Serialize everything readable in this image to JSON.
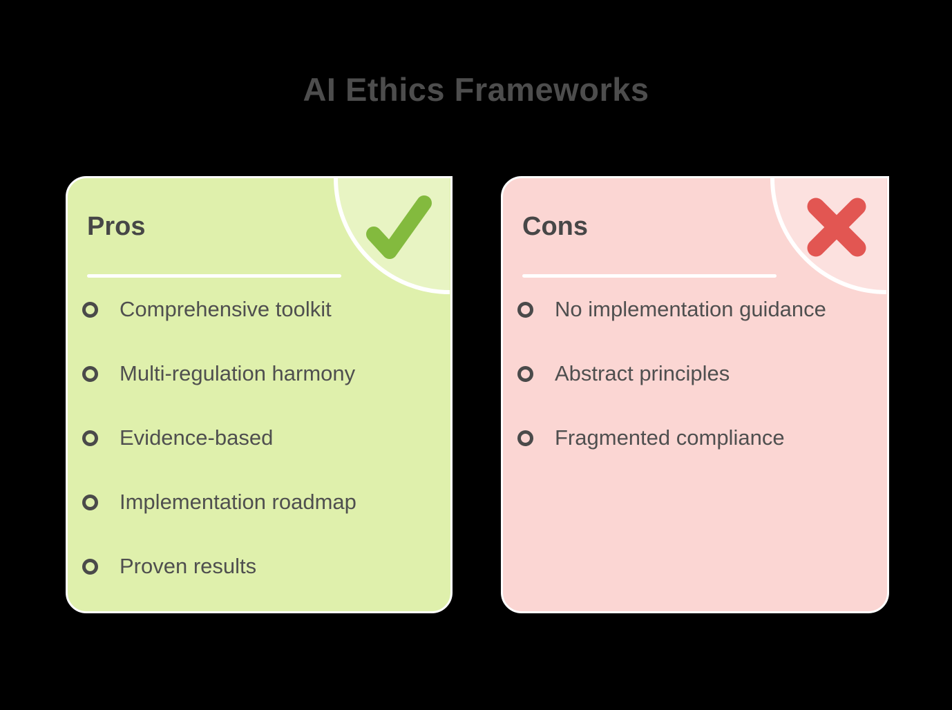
{
  "title": "AI Ethics Frameworks",
  "pros_card": {
    "header": "Pros",
    "icon": "check-icon",
    "items": [
      "Comprehensive toolkit",
      "Multi-regulation harmony",
      "Evidence-based",
      "Implementation roadmap",
      "Proven results"
    ]
  },
  "cons_card": {
    "header": "Cons",
    "icon": "x-icon",
    "items": [
      "No implementation guidance",
      "Abstract principles",
      "Fragmented compliance"
    ]
  },
  "colors": {
    "background": "#000000",
    "title": "#4d4d4d",
    "header": "#474747",
    "text": "#4f4f4f",
    "bullet": "#4a4a4a",
    "card_green": "#dff0ac",
    "card_pink": "#fbd6d3",
    "accent_green": "#83ba3e",
    "accent_red": "#e25652",
    "card_border": "#ffffff"
  }
}
